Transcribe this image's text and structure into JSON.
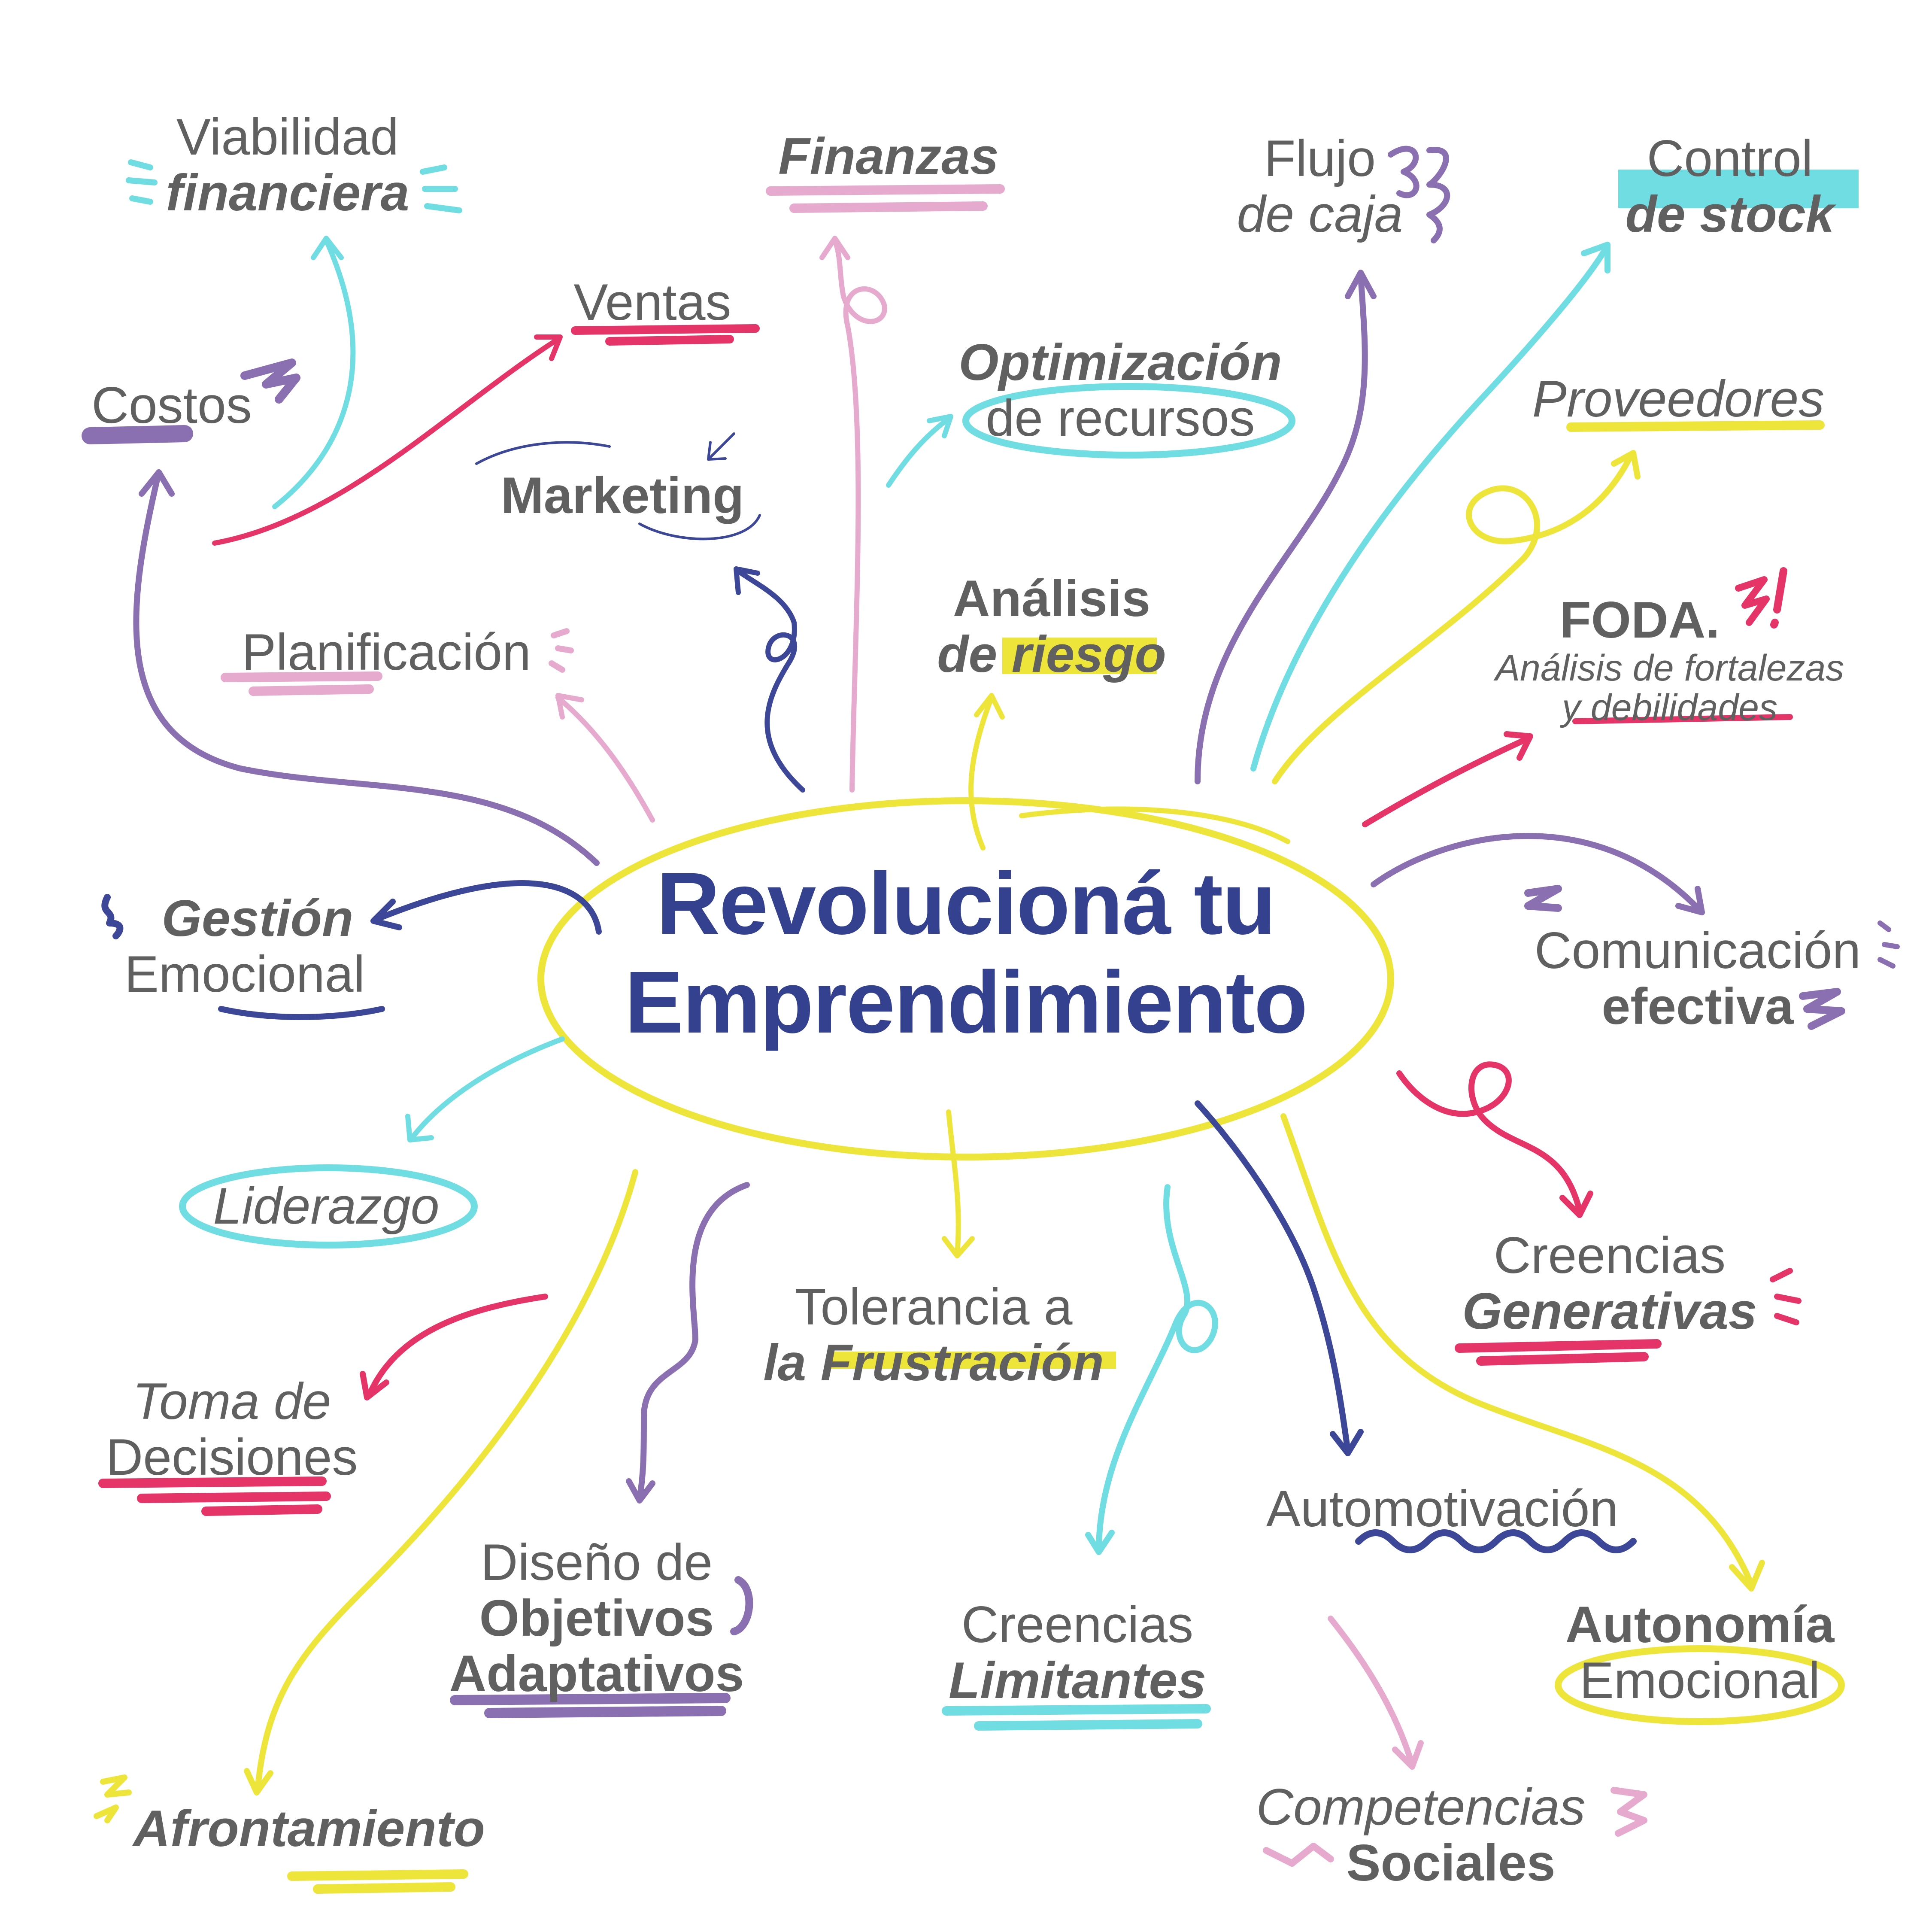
{
  "diagram": {
    "title_line1": "Revolucioná tu",
    "title_line2": "Emprendimiento",
    "colors": {
      "yellow": "#eee53a",
      "purple": "#8a6fb1",
      "navy": "#3d4797",
      "cyan": "#6fdde2",
      "pink": "#e6aacf",
      "red": "#e53468",
      "text": "#606060",
      "title": "#34418f"
    },
    "nodes": {
      "viabilidad": {
        "line1": "Viabilidad",
        "line2": "financiera"
      },
      "finanzas": {
        "line1": "Finanzas"
      },
      "flujo": {
        "line1": "Flujo",
        "line2": "de caja"
      },
      "control": {
        "line1": "Control",
        "line2": "de stock"
      },
      "ventas": {
        "line1": "Ventas"
      },
      "costos": {
        "line1": "Costos"
      },
      "optimizacion": {
        "line1": "Optimización",
        "line2": "de recursos"
      },
      "proveedores": {
        "line1": "Proveedores"
      },
      "marketing": {
        "line1": "Marketing"
      },
      "analisis": {
        "line1": "Análisis",
        "line2a": "de",
        "line2b": "riesgo"
      },
      "foda": {
        "line1": "FODA.",
        "line2": "Análisis de fortalezas",
        "line3a": "y",
        "line3b": "debilidades"
      },
      "planificacion": {
        "line1": "Planificación"
      },
      "gestion": {
        "line1": "Gestión",
        "line2": "Emocional"
      },
      "comunicacion": {
        "line1": "Comunicación",
        "line2": "efectiva"
      },
      "liderazgo": {
        "line1": "Liderazgo"
      },
      "creencias_gen": {
        "line1": "Creencias",
        "line2": "Generativas"
      },
      "tolerancia": {
        "line1": "Tolerancia a",
        "line2a": "la",
        "line2b": "Frustración"
      },
      "toma": {
        "line1": "Toma de",
        "line2": "Decisiones"
      },
      "automotivacion": {
        "line1": "Automotivación"
      },
      "diseno": {
        "line1": "Diseño de",
        "line2": "Objetivos",
        "line3": "Adaptativos"
      },
      "creencias_lim": {
        "line1": "Creencias",
        "line2": "Limitantes"
      },
      "autonomia": {
        "line1": "Autonomía",
        "line2": "Emocional"
      },
      "competencias": {
        "line1": "Competencias",
        "line2": "Sociales"
      },
      "afrontamiento": {
        "line1": "Afrontamiento"
      }
    }
  }
}
